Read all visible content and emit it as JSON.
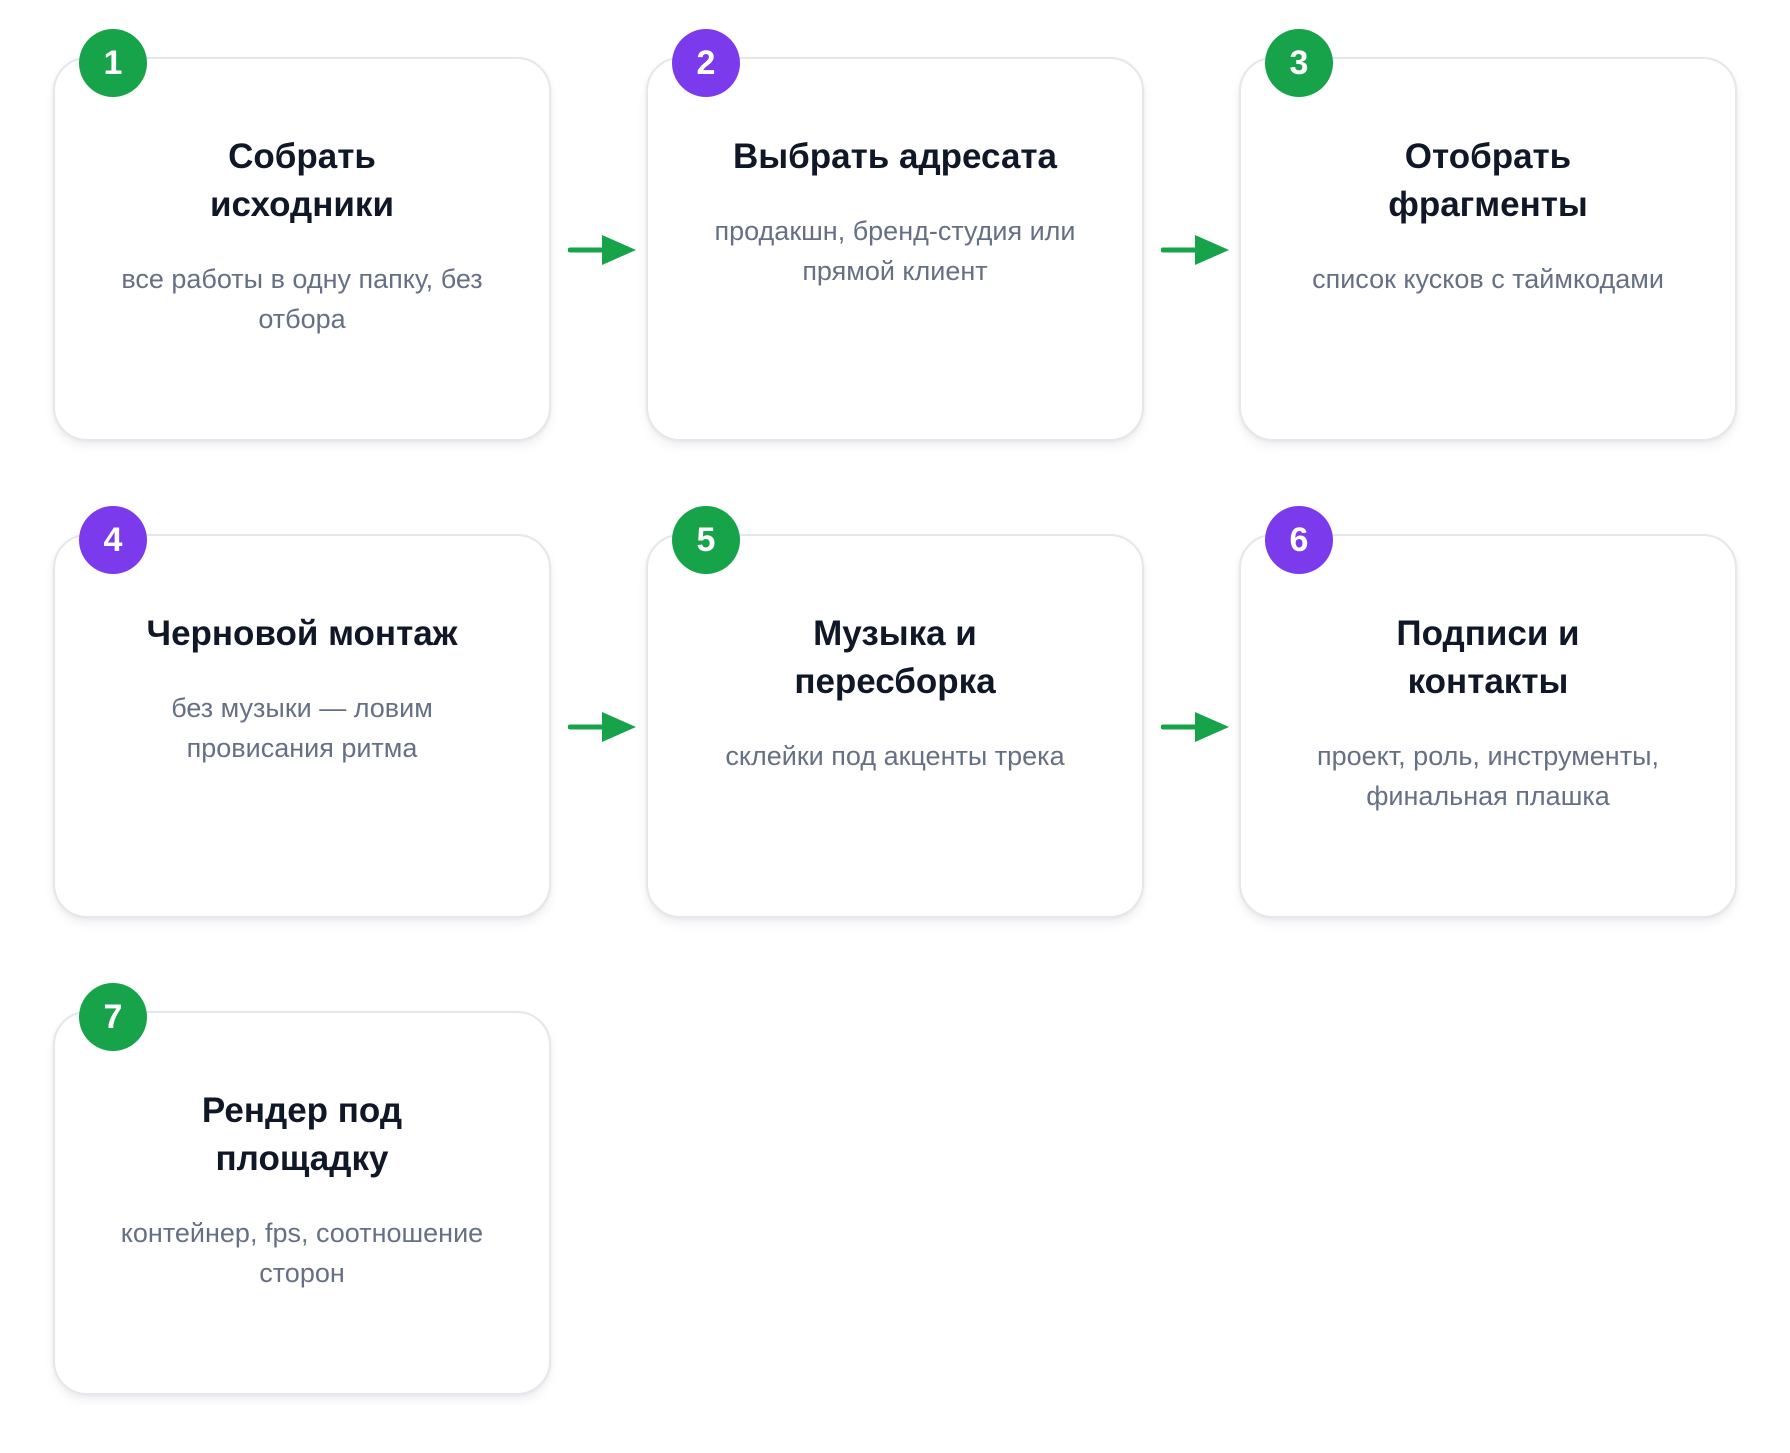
{
  "colors": {
    "green": "#16a34a",
    "purple": "#7c3aed",
    "title": "#101828",
    "desc": "#667085",
    "border": "#e4e7ec"
  },
  "steps": [
    {
      "number": "1",
      "title": "Собрать исходники",
      "description": "все работы в одну папку, без отбора",
      "badge_color": "green"
    },
    {
      "number": "2",
      "title": "Выбрать адресата",
      "description": "продакшн, бренд-студия или прямой клиент",
      "badge_color": "purple"
    },
    {
      "number": "3",
      "title": "Отобрать фрагменты",
      "description": "список кусков с таймкодами",
      "badge_color": "green"
    },
    {
      "number": "4",
      "title": "Черновой монтаж",
      "description": "без музыки — ловим провисания ритма",
      "badge_color": "purple"
    },
    {
      "number": "5",
      "title": "Музыка и пересборка",
      "description": "склейки под акценты трека",
      "badge_color": "green"
    },
    {
      "number": "6",
      "title": "Подписи и контакты",
      "description": "проект, роль, инструменты, финальная плашка",
      "badge_color": "purple"
    },
    {
      "number": "7",
      "title": "Рендер под площадку",
      "description": "контейнер, fps, соотношение сторон",
      "badge_color": "green"
    }
  ],
  "arrows": [
    {
      "from": "1",
      "to": "2",
      "icon": "arrow-right-icon"
    },
    {
      "from": "2",
      "to": "3",
      "icon": "arrow-right-icon"
    },
    {
      "from": "4",
      "to": "5",
      "icon": "arrow-right-icon"
    },
    {
      "from": "5",
      "to": "6",
      "icon": "arrow-right-icon"
    }
  ]
}
